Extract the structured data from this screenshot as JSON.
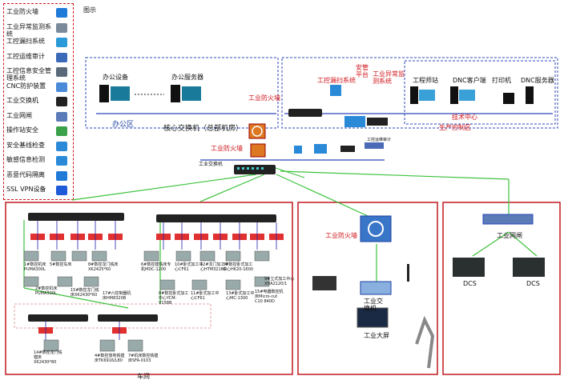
{
  "legend": {
    "title": "图示",
    "items": [
      {
        "label": "工业防火墙",
        "icon": "firewall-icon"
      },
      {
        "label": "工业异常监测系统",
        "icon": "monitor-icon"
      },
      {
        "label": "工控漏扫系统",
        "icon": "scanner-icon"
      },
      {
        "label": "工控运维审计",
        "icon": "audit-icon"
      },
      {
        "label": "工控信息安全管理系统",
        "icon": "server-icon"
      },
      {
        "label": "CNC防护装置",
        "icon": "cnc-guard-icon"
      },
      {
        "label": "工业交换机",
        "icon": "switch-icon"
      },
      {
        "label": "工业网闸",
        "icon": "gateway-icon"
      },
      {
        "label": "操作站安全",
        "icon": "shield-icon"
      },
      {
        "label": "安全基线检查",
        "icon": "baseline-icon"
      },
      {
        "label": "敏感信息检测",
        "icon": "detect-icon"
      },
      {
        "label": "恶意代码隔离",
        "icon": "malware-icon"
      },
      {
        "label": "SSL VPN设备",
        "icon": "vpn-icon"
      }
    ]
  },
  "office": {
    "zone": "办公区",
    "devices": "办公设备",
    "servers": "办公服务器"
  },
  "core": {
    "switch": "核心交换机（总部机房）",
    "firewall1": "工业防火墙",
    "firewall2": "工业防火墙",
    "switch_label": "工业交换机"
  },
  "production": {
    "zone": "生产控制区",
    "tech_center": "技术中心",
    "scan": "工控漏扫系统",
    "security_platform": "安管平台",
    "anomaly": "工业异常监测系统",
    "engineer": "工程师站",
    "dnc_client": "DNC客户端",
    "printer": "打印机",
    "dnc_server": "DNC服务器",
    "audit_small": "工控运维审计"
  },
  "workshop": {
    "label": "车间",
    "machines": [
      "1#数控机床PUMA300L",
      "2#数控机床PUMA300L",
      "5#数控车床",
      "15#数控龙门铣床XK2430*60",
      "8#数控龙门铣床XK2425*60",
      "17#六控制器机床HM8320B",
      "6#数控镗铣床专机MDC-1200",
      "8#数控卧式加工中心YCM-V158B",
      "10#卧式加工中心CF61",
      "11#卧式加工中心CF61",
      "12#龙门加工中心HTM3216G",
      "13#卧式加工中心MC-1300",
      "3#数控卧式加工中心HK20-1600",
      "15#电器数控机床Micro-cut C10 840D",
      "9#立式加工中心XHA2120/1",
      "14#数控龙门铣镗床XK2430*80",
      "4#数控落地铣镗床TK6916/L80",
      "7#机床数控铣镗床SFA-0103"
    ]
  },
  "control": {
    "firewall": "工业防火墙",
    "switch": "工业交换机",
    "screen": "工业大屏"
  },
  "dcs": {
    "gateway": "工业网闸",
    "dcs1": "DCS",
    "dcs2": "DCS"
  }
}
